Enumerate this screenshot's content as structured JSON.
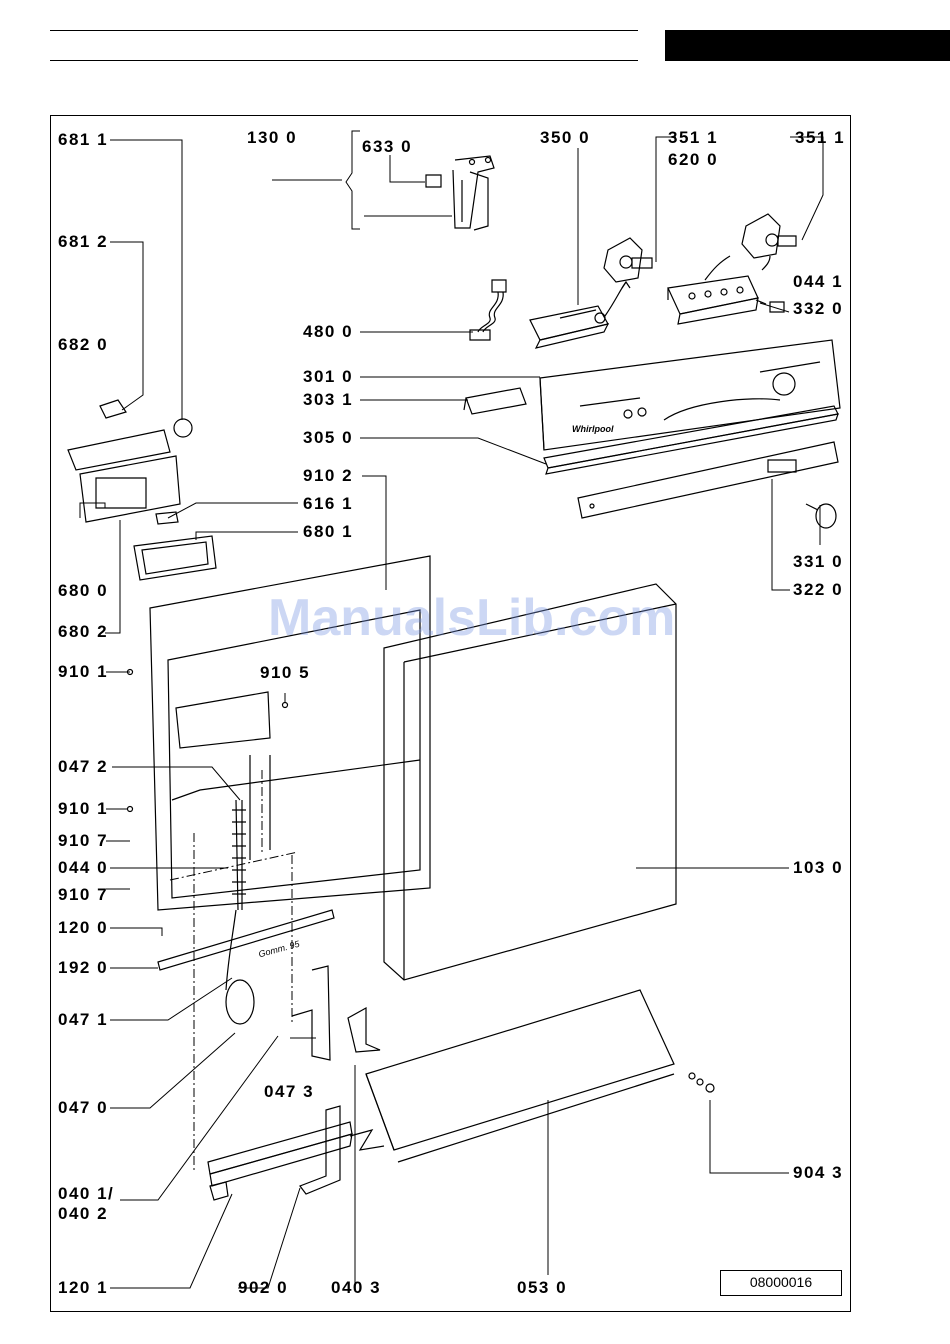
{
  "document_id": "08000016",
  "watermark": "ManualsLib.com",
  "brand_mark": "Whirlpool",
  "handwritten_note": "Gomm. 95",
  "part_labels": {
    "p6811_top": "681 1",
    "p6812": "681 2",
    "p6820": "682 0",
    "p6800": "680 0",
    "p6802": "680 2",
    "p9101a": "910 1",
    "p0472": "047 2",
    "p9101b": "910 1",
    "p9107a": "910 7",
    "p0440": "044 0",
    "p9107b": "910 7",
    "p1200": "120 0",
    "p1920": "192 0",
    "p0471": "047 1",
    "p0470": "047 0",
    "p0401": "040 1/",
    "p0402": "040 2",
    "p1201": "120 1",
    "p1300": "130 0",
    "p6330": "633 0",
    "p3500": "350 0",
    "p3511a": "351 1",
    "p6200": "620 0",
    "p3511b": "351 1",
    "p0441": "044 1",
    "p3320": "332 0",
    "p4800": "480 0",
    "p3010": "301 0",
    "p3031": "303 1",
    "p3050": "305 0",
    "p9102": "910 2",
    "p6161": "616 1",
    "p6801": "680 1",
    "p9105": "910 5",
    "p1030": "103 0",
    "p3310": "331 0",
    "p3220": "322 0",
    "p0473": "047 3",
    "p9043": "904 3",
    "p9020": "902 0",
    "p0403": "040 3",
    "p0530": "053 0"
  }
}
